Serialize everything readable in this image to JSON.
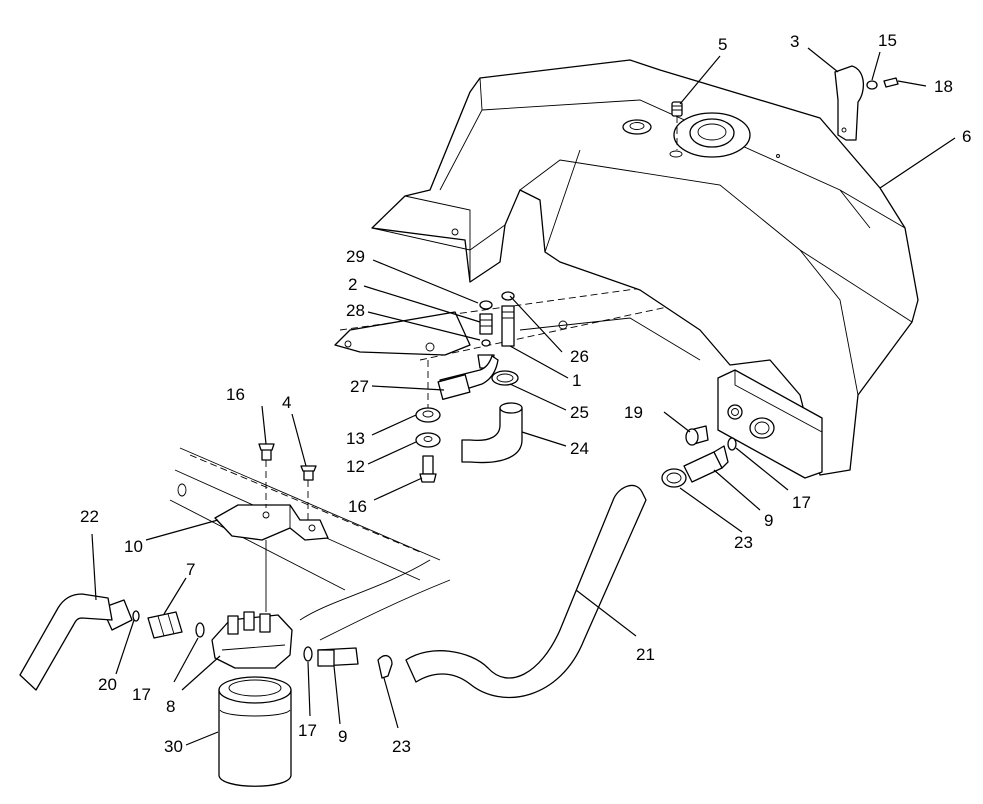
{
  "diagram": {
    "callouts": [
      {
        "id": "c1",
        "label": "1"
      },
      {
        "id": "c2",
        "label": "2"
      },
      {
        "id": "c3",
        "label": "3"
      },
      {
        "id": "c4",
        "label": "4"
      },
      {
        "id": "c5",
        "label": "5"
      },
      {
        "id": "c6",
        "label": "6"
      },
      {
        "id": "c7",
        "label": "7"
      },
      {
        "id": "c8",
        "label": "8"
      },
      {
        "id": "c9a",
        "label": "9"
      },
      {
        "id": "c9b",
        "label": "9"
      },
      {
        "id": "c10",
        "label": "10"
      },
      {
        "id": "c12",
        "label": "12"
      },
      {
        "id": "c13",
        "label": "13"
      },
      {
        "id": "c15",
        "label": "15"
      },
      {
        "id": "c16a",
        "label": "16"
      },
      {
        "id": "c16b",
        "label": "16"
      },
      {
        "id": "c17a",
        "label": "17"
      },
      {
        "id": "c17b",
        "label": "17"
      },
      {
        "id": "c17c",
        "label": "17"
      },
      {
        "id": "c18",
        "label": "18"
      },
      {
        "id": "c19",
        "label": "19"
      },
      {
        "id": "c20",
        "label": "20"
      },
      {
        "id": "c21",
        "label": "21"
      },
      {
        "id": "c22",
        "label": "22"
      },
      {
        "id": "c23a",
        "label": "23"
      },
      {
        "id": "c23b",
        "label": "23"
      },
      {
        "id": "c24",
        "label": "24"
      },
      {
        "id": "c25",
        "label": "25"
      },
      {
        "id": "c26",
        "label": "26"
      },
      {
        "id": "c27",
        "label": "27"
      },
      {
        "id": "c28",
        "label": "28"
      },
      {
        "id": "c29",
        "label": "29"
      },
      {
        "id": "c30",
        "label": "30"
      }
    ]
  }
}
